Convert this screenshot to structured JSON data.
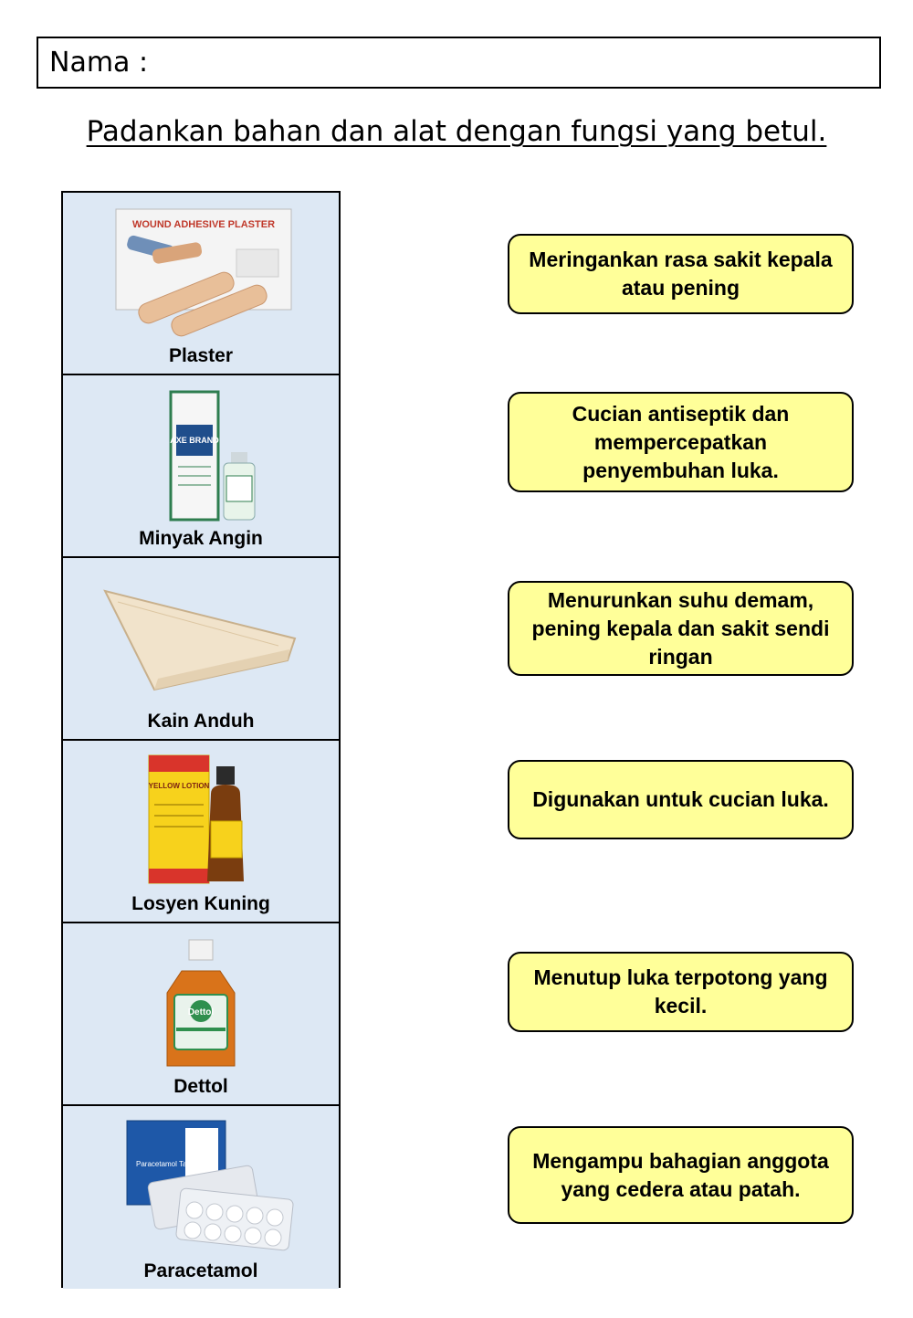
{
  "header": {
    "name_label": "Nama :",
    "instruction": "Padankan bahan dan alat dengan fungsi yang betul."
  },
  "items": [
    {
      "label": "Plaster",
      "icon": "plaster-box-icon",
      "package_text": "WOUND ADHESIVE PLASTER"
    },
    {
      "label": "Minyak Angin",
      "icon": "medicated-oil-bottle-icon",
      "package_text": "AXE BRAND"
    },
    {
      "label": "Kain Anduh",
      "icon": "triangular-bandage-icon"
    },
    {
      "label": "Losyen Kuning",
      "icon": "yellow-lotion-bottle-icon",
      "package_text": "YELLOW LOTION"
    },
    {
      "label": "Dettol",
      "icon": "antiseptic-bottle-icon",
      "package_text": "Dettol"
    },
    {
      "label": "Paracetamol",
      "icon": "tablet-box-icon",
      "package_text": "Paracetamol Tablets"
    }
  ],
  "functions": [
    {
      "text": "Meringankan rasa sakit kepala atau pening"
    },
    {
      "text": "Cucian antiseptik dan mempercepatkan penyembuhan luka."
    },
    {
      "text": "Menurunkan suhu demam, pening kepala dan sakit sendi ringan"
    },
    {
      "text": "Digunakan untuk cucian luka."
    },
    {
      "text": "Menutup luka terpotong yang kecil."
    },
    {
      "text": "Mengampu bahagian anggota yang cedera atau patah."
    }
  ],
  "colors": {
    "item_background": "#dde8f4",
    "function_box": "#ffff99",
    "border": "#000000"
  }
}
